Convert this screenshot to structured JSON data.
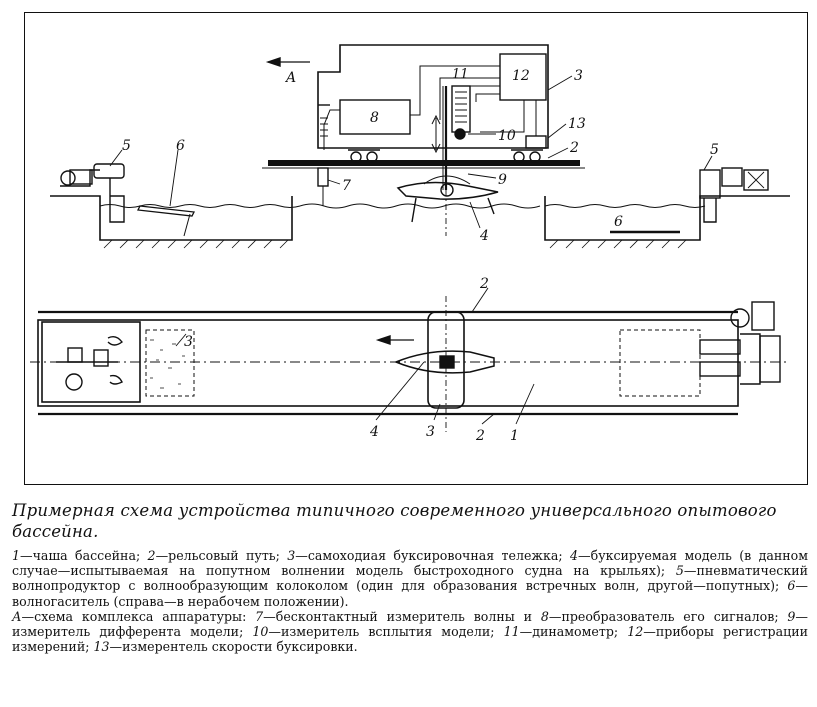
{
  "diagram": {
    "arrow_label": "A",
    "callouts": {
      "c2_top": "2",
      "c3_top": "3",
      "c5_left": "5",
      "c5_right": "5",
      "c6_left": "6",
      "c6_right": "6",
      "c7": "7",
      "c8": "8",
      "c9": "9",
      "c10": "10",
      "c11": "11",
      "c12": "12",
      "c13": "13",
      "c4_top": "4",
      "c2_plan_top": "2",
      "c3_plan_left": "3",
      "c4_plan": "4",
      "c3_plan_bottom": "3",
      "c2_plan_bottom": "2",
      "c1_plan": "1"
    }
  },
  "caption": {
    "title": "Примерная схема устройства типичного современного универсального опытового бассейна.",
    "legend": [
      {
        "num": "1",
        "text": "—чаша бассейна; "
      },
      {
        "num": "2",
        "text": "—рельсовый путь; "
      },
      {
        "num": "3",
        "text": "—самоходиая буксировочная тележка; "
      },
      {
        "num": "4",
        "text": "—буксируемая модель (в данном случае—испытываемая на попутном волнении модель быстроходного судна на крыльях); "
      },
      {
        "num": "5",
        "text": "—пневматический волнопродуктор с волнообразующим колоколом (один для образования встречных волн, другой—попутных); "
      },
      {
        "num": "6",
        "text": "—волногаситель (справа—в нерабочем положении)."
      }
    ],
    "legend2": [
      {
        "num": "А",
        "text": "—схема комплекса аппаратуры: "
      },
      {
        "num": "7",
        "text": "—бесконтактный измеритель волны и "
      },
      {
        "num": "8",
        "text": "—преобразователь его сигналов; "
      },
      {
        "num": "9",
        "text": "—измеритель дифферента модели; "
      },
      {
        "num": "10",
        "text": "—измеритель всплытия модели; "
      },
      {
        "num": "11",
        "text": "—динамометр; "
      },
      {
        "num": "12",
        "text": "—приборы регистрации измерений; "
      },
      {
        "num": "13",
        "text": "—измерентель скорости буксировки."
      }
    ]
  }
}
